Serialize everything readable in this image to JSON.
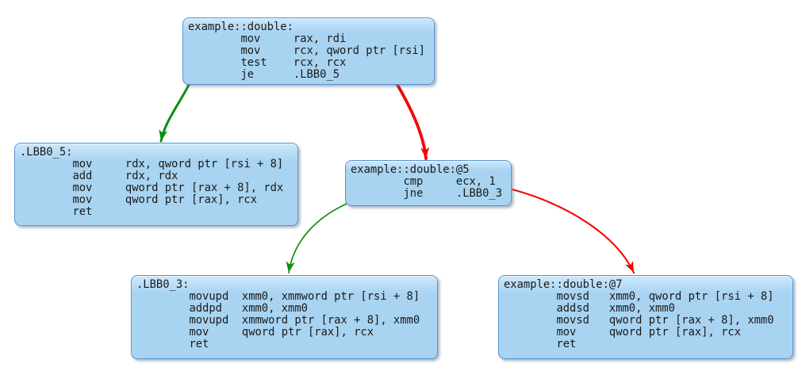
{
  "view": {
    "kind": "control-flow-graph",
    "background": "#ffffff"
  },
  "palette": {
    "background": "#ffffff",
    "node_fill": "#a8d3f1",
    "node_fill_top": "#cde8fb",
    "node_border": "#5794d0",
    "text": "#1a1a1a",
    "edge_taken": "#0a8f0a",
    "edge_fallthrough": "#f70404"
  },
  "nodes": [
    {
      "id": "entry",
      "label": "example::double:",
      "instructions": [
        "mov     rax, rdi",
        "mov     rcx, qword ptr [rsi]",
        "test    rcx, rcx",
        "je      .LBB0_5"
      ]
    },
    {
      "id": "lbb0_5",
      "label": ".LBB0_5:",
      "instructions": [
        "mov     rdx, qword ptr [rsi + 8]",
        "add     rdx, rdx",
        "mov     qword ptr [rax + 8], rdx",
        "mov     qword ptr [rax], rcx",
        "ret"
      ]
    },
    {
      "id": "at5",
      "label": "example::double:@5",
      "instructions": [
        "cmp     ecx, 1",
        "jne     .LBB0_3"
      ]
    },
    {
      "id": "lbb0_3",
      "label": ".LBB0_3:",
      "instructions": [
        "movupd  xmm0, xmmword ptr [rsi + 8]",
        "addpd   xmm0, xmm0",
        "movupd  xmmword ptr [rax + 8], xmm0",
        "mov     qword ptr [rax], rcx",
        "ret"
      ]
    },
    {
      "id": "at7",
      "label": "example::double:@7",
      "instructions": [
        "movsd   xmm0, qword ptr [rsi + 8]",
        "addsd   xmm0, xmm0",
        "movsd   qword ptr [rax + 8], xmm0",
        "mov     qword ptr [rax], rcx",
        "ret"
      ]
    }
  ],
  "edges": [
    {
      "from": "example::double:",
      "to": ".LBB0_5",
      "branch": "taken",
      "color": "#0a8f0a",
      "width": 3
    },
    {
      "from": "example::double:",
      "to": "example::double:@5",
      "branch": "fallthrough",
      "color": "#f70404",
      "width": 3.8
    },
    {
      "from": "example::double:@5",
      "to": ".LBB0_3",
      "branch": "taken",
      "color": "#0a8f0a",
      "width": 1.7
    },
    {
      "from": "example::double:@5",
      "to": "example::double:@7",
      "branch": "fallthrough",
      "color": "#f70404",
      "width": 2.1
    }
  ]
}
